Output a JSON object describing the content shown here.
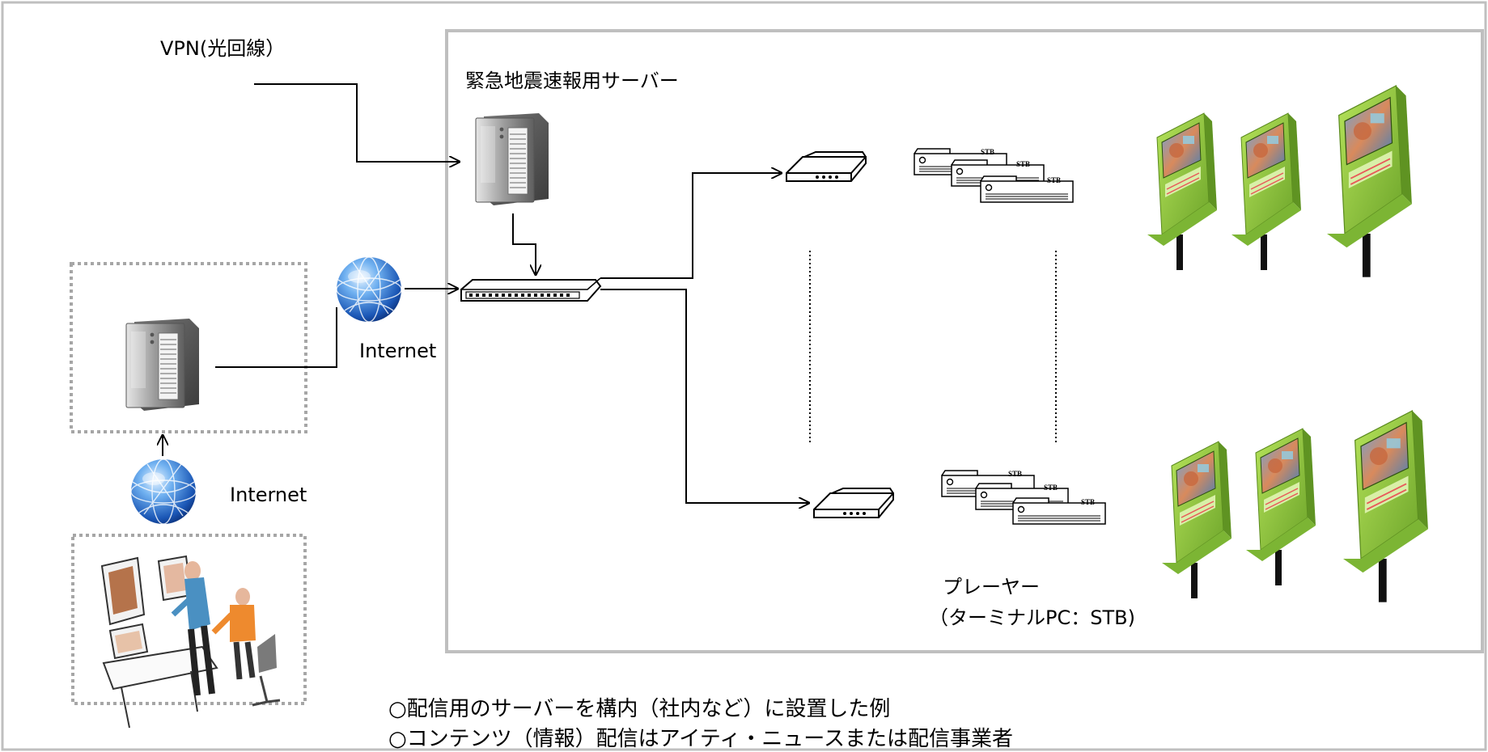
{
  "vpn_label": "VPN(光回線）",
  "server_area_title": "緊急地震速報用サーバー",
  "internet_label_upper": "Internet",
  "internet_label_lower": "Internet",
  "stb_text": "STB",
  "player_label_line1": "プレーヤー",
  "player_label_line2": "（ターミナルPC：STB)",
  "notes": [
    "○配信用のサーバーを構内（社内など）に設置した例",
    "○コンテンツ（情報）配信はアイティ・ニュースまたは配信事業者"
  ],
  "colors": {
    "frame": "#bfbfbf",
    "dotted_box": "#a6a6a6",
    "server_gray": "#8a8a8a",
    "globe_blue": "#2a6fd0",
    "kiosk_green": "#8cc63f",
    "line": "#000000"
  },
  "icons": [
    "server-icon",
    "globe-icon",
    "switch-hub-icon",
    "modem-icon",
    "stb-icon",
    "kiosk-display-icon",
    "operator-workstation-icon"
  ]
}
